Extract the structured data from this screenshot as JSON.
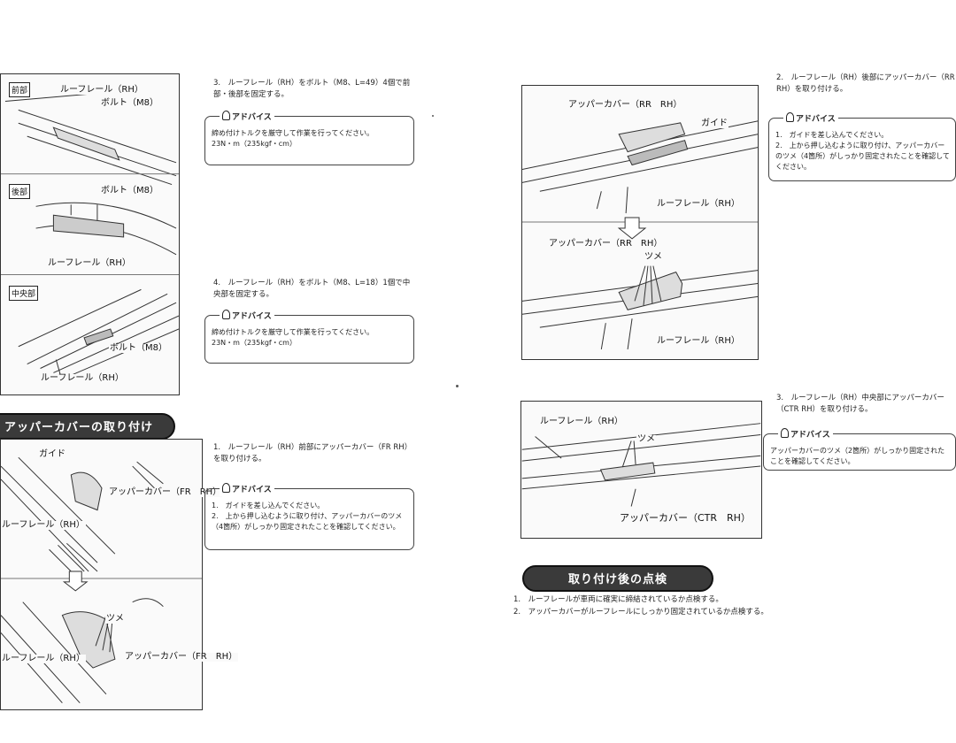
{
  "left_top_diagram": {
    "section_front": "前部",
    "section_rear": "後部",
    "section_center": "中央部",
    "label_rail_rh_1": "ルーフレール（RH）",
    "label_bolt_m8_1": "ボルト（M8）",
    "label_bolt_m8_2": "ボルト（M8）",
    "label_rail_rh_2": "ルーフレール（RH）",
    "label_bolt_m8_3": "ボルト（M8）",
    "label_rail_rh_3": "ルーフレール（RH）"
  },
  "step3": {
    "text": "3.　ルーフレール（RH）をボルト（M8、L=49）4個で前部・後部を固定する。",
    "advice_title": "アドバイス",
    "advice_body": "締め付けトルクを厳守して作業を行ってください。",
    "advice_torque": "23N・m（235kgf・cm）"
  },
  "step4": {
    "text": "4.　ルーフレール（RH）をボルト（M8、L=18）1個で中央部を固定する。",
    "advice_title": "アドバイス",
    "advice_body": "締め付けトルクを厳守して作業を行ってください。",
    "advice_torque": "23N・m（235kgf・cm）"
  },
  "section_install_cover": {
    "title": "アッパーカバーの取り付け"
  },
  "left_bottom_diagram": {
    "label_guide": "ガイド",
    "label_upper_cover_fr_1": "アッパーカバー（FR　RH）",
    "label_rail_rh_1": "ルーフレール（RH）",
    "label_tsume": "ツメ",
    "label_rail_rh_2": "ルーフレール（RH）",
    "label_upper_cover_fr_2": "アッパーカバー（FR　RH）"
  },
  "step1_cover": {
    "text": "1.　ルーフレール（RH）前部にアッパーカバー（FR RH）を取り付ける。",
    "advice_title": "アドバイス",
    "advice_items": [
      "1.　ガイドを差し込んでください。",
      "2.　上から押し込むように取り付け、アッパーカバーのツメ（4箇所）がしっかり固定されたことを確認してください。"
    ]
  },
  "right_top_diagram": {
    "label_upper_cover_rr_1": "アッパーカバー（RR　RH）",
    "label_guide": "ガイド",
    "label_rail_rh_1": "ルーフレール（RH）",
    "label_upper_cover_rr_2": "アッパーカバー（RR　RH）",
    "label_tsume": "ツメ",
    "label_rail_rh_2": "ルーフレール（RH）"
  },
  "step2_cover": {
    "text": "2.　ルーフレール（RH）後部にアッパーカバー（RR RH）を取り付ける。",
    "advice_title": "アドバイス",
    "advice_items": [
      "1.　ガイドを差し込んでください。",
      "2.　上から押し込むように取り付け、アッパーカバーのツメ（4箇所）がしっかり固定されたことを確認してください。"
    ]
  },
  "right_mid_diagram": {
    "label_rail_rh": "ルーフレール（RH）",
    "label_tsume": "ツメ",
    "label_upper_cover_ctr": "アッパーカバー（CTR　RH）"
  },
  "step3_cover": {
    "text": "3.　ルーフレール（RH）中央部にアッパーカバー（CTR RH）を取り付ける。",
    "advice_title": "アドバイス",
    "advice_body": "アッパーカバーのツメ（2箇所）がしっかり固定されたことを確認してください。"
  },
  "section_post_check": {
    "title": "取り付け後の点検",
    "items": [
      "1.　ルーフレールが車両に確実に締結されているか点検する。",
      "2.　アッパーカバーがルーフレールにしっかり固定されているか点検する。"
    ]
  }
}
